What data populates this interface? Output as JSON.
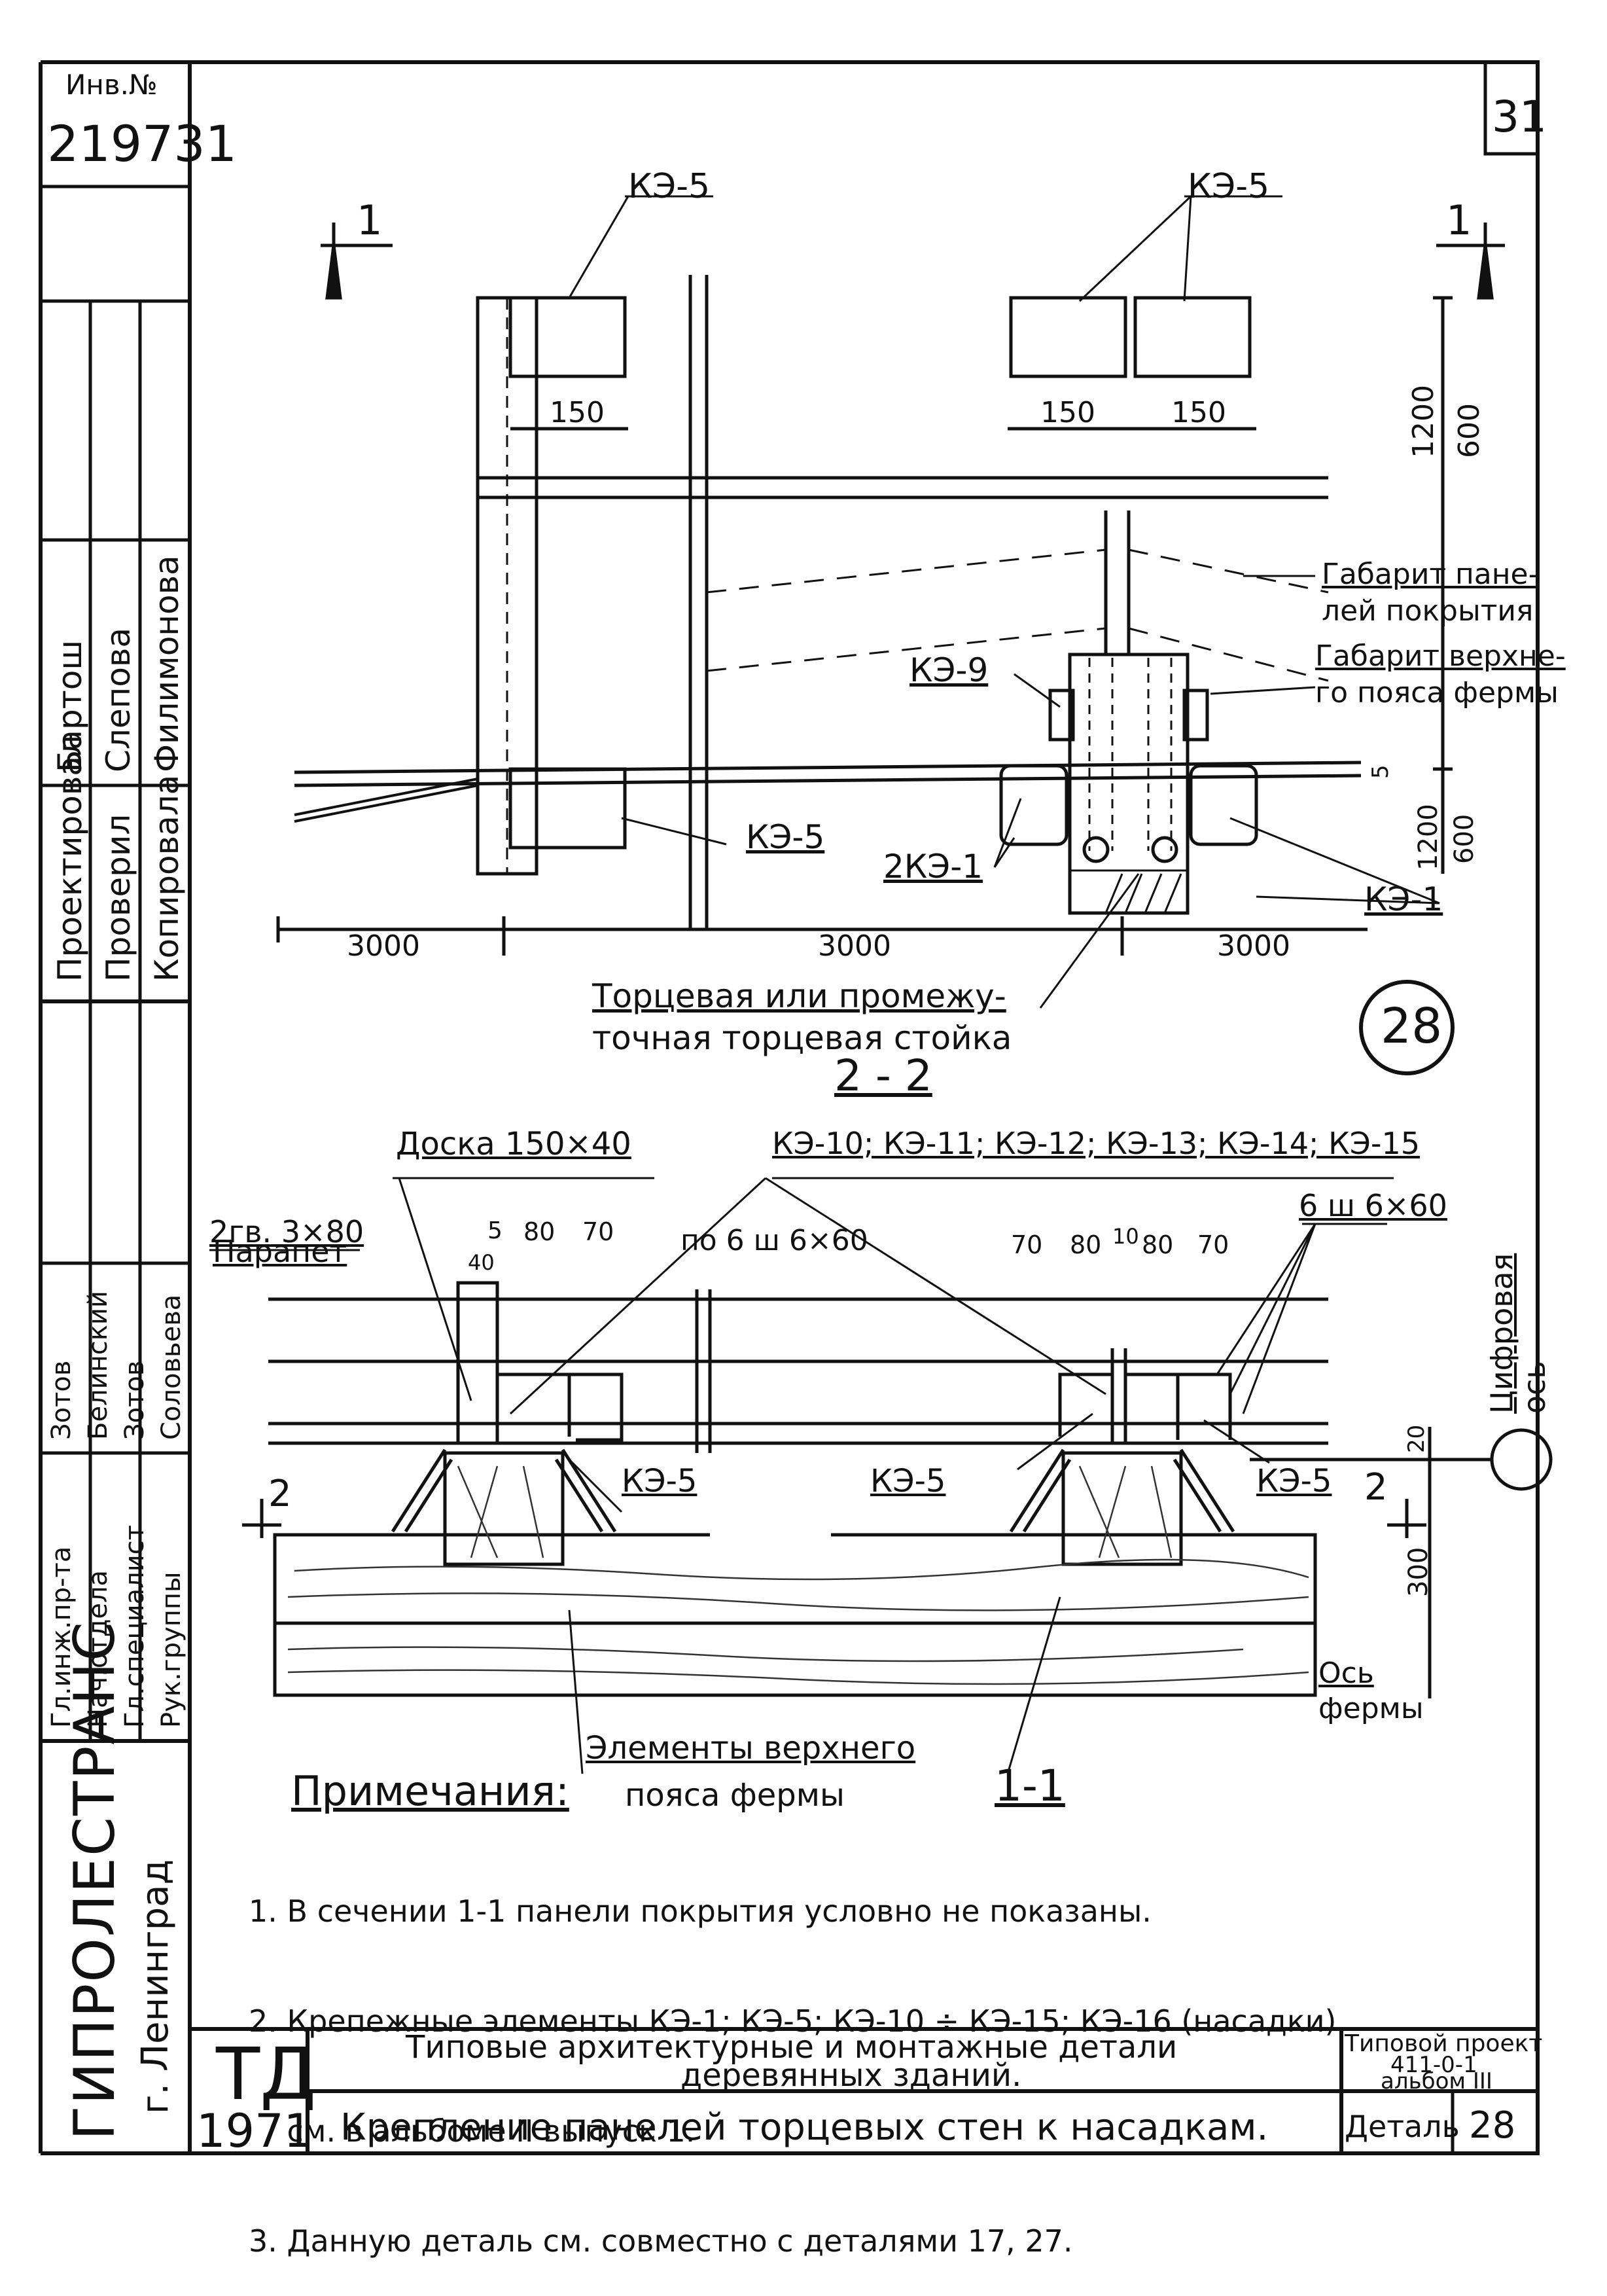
{
  "sheet": {
    "inv_label": "Инв.№",
    "inv_number": "219731",
    "sheet_number": "31",
    "detail_circle": "28"
  },
  "stamp": {
    "roles_1": [
      "Проектировал",
      "Проверил",
      "Копировала"
    ],
    "names_1": [
      "Бартош",
      "Слепова",
      "Филимонова"
    ],
    "roles_2": [
      "Гл.инж.пр-та",
      "Нач.отдела",
      "Гл.специалист",
      "Рук.группы"
    ],
    "names_2": [
      "Зотов",
      "Белинский",
      "Зотов",
      "Соловьева"
    ],
    "org": "ГИПРОЛЕСТРАНС",
    "city": "г. Ленинград"
  },
  "section_11": {
    "mark_left": "1",
    "mark_right": "1",
    "ke5_top_left": "КЭ-5",
    "ke5_top_right": "КЭ-5",
    "dim_150_a": "150",
    "dim_150_b": "150",
    "dim_150_c": "150",
    "dim_1200_top": "1200",
    "dim_600_top": "600",
    "dim_1200_bot": "1200",
    "dim_600_bot": "600",
    "dim_5": "5",
    "gabarit_panels_1": "Габарит пане-",
    "gabarit_panels_2": "лей покрытия",
    "gabarit_chord_1": "Габарит верхне-",
    "gabarit_chord_2": "го пояса фермы",
    "ke9": "КЭ-9",
    "ke5_bottom": "КЭ-5",
    "ke1_x2": "2КЭ-1",
    "ke1": "КЭ-1",
    "dim_3000_a": "3000",
    "dim_3000_b": "3000",
    "dim_3000_c": "3000",
    "post_1": "Торцевая или промежу-",
    "post_2": "точная торцевая стойка"
  },
  "section_22": {
    "title": "2 - 2",
    "board": "Доска 150×40",
    "ke_list": "КЭ-10; КЭ-11; КЭ-12; КЭ-13; КЭ-14; КЭ-15",
    "nails": "2гв. 3×80",
    "screws_6": "6 ш 6×60",
    "parapet": "Парапет",
    "screws_each": "по 6 ш 6×60",
    "dim_5": "5",
    "dim_40": "40",
    "dim_80a": "80",
    "dim_70a": "70",
    "dim_70b": "70",
    "dim_80b": "80",
    "dim_10": "10",
    "dim_80c": "80",
    "dim_70c": "70",
    "axis_name_1": "Цифровая",
    "axis_name_2": "ось",
    "dim_20": "20",
    "dim_300": "300",
    "ke5_a": "КЭ-5",
    "ke5_b": "КЭ-5",
    "ke5_c": "КЭ-5",
    "cut_left": "2",
    "cut_right": "2",
    "truss_axis_1": "Ось",
    "truss_axis_2": "фермы",
    "elements_1": "Элементы верхнего",
    "elements_2": "пояса фермы",
    "title_11": "1-1"
  },
  "notes": {
    "heading": "Примечания:",
    "items": [
      "1. В сечении 1-1 панели покрытия условно не показаны.",
      "2. Крепежные элементы КЭ-1; КЭ-5; КЭ-10 ÷ КЭ-15; КЭ-16 (насадки)",
      "    см. в альбоме II выпуск 1.",
      "3. Данную деталь см. совместно с деталями 17, 27."
    ]
  },
  "titleblock": {
    "td": "ТД",
    "year": "1971",
    "title_1": "Типовые архитектурные и монтажные детали",
    "title_2": "деревянных зданий.",
    "title_3": "Крепление панелей торцевых стен к насадкам.",
    "project_1": "Типовой проект",
    "project_2": "411-0-1",
    "project_3": "альбом III",
    "detail_label": "Деталь",
    "detail_no": "28"
  }
}
